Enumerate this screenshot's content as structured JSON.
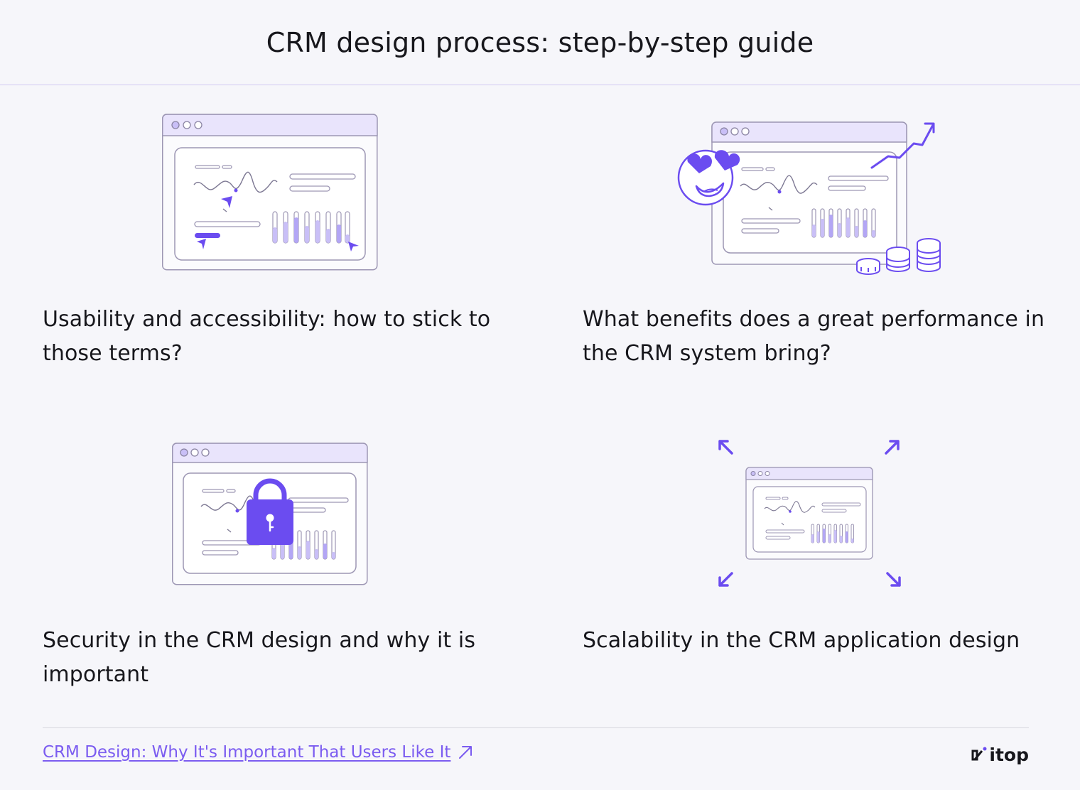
{
  "header": {
    "title": "CRM design process: step-by-step guide"
  },
  "cards": [
    {
      "title": "Usability and accessibility: how to stick to those terms?",
      "illustration_icon": "dashboard-cursors-icon"
    },
    {
      "title": "What benefits does a great performance in the CRM system bring?",
      "illustration_icon": "dashboard-growth-icon"
    },
    {
      "title": "Security in the CRM design and why it is important",
      "illustration_icon": "dashboard-lock-icon"
    },
    {
      "title": "Scalability in the CRM application design",
      "illustration_icon": "dashboard-scale-icon"
    }
  ],
  "footer": {
    "link_text": "CRM Design: Why It's Important That Users Like It",
    "link_icon": "external-arrow-icon",
    "logo_text": "itop"
  },
  "colors": {
    "accent": "#6b4cf0",
    "panel_fill": "#e9e4fc",
    "outline": "#9d97b4",
    "link": "#7b5cf0"
  }
}
